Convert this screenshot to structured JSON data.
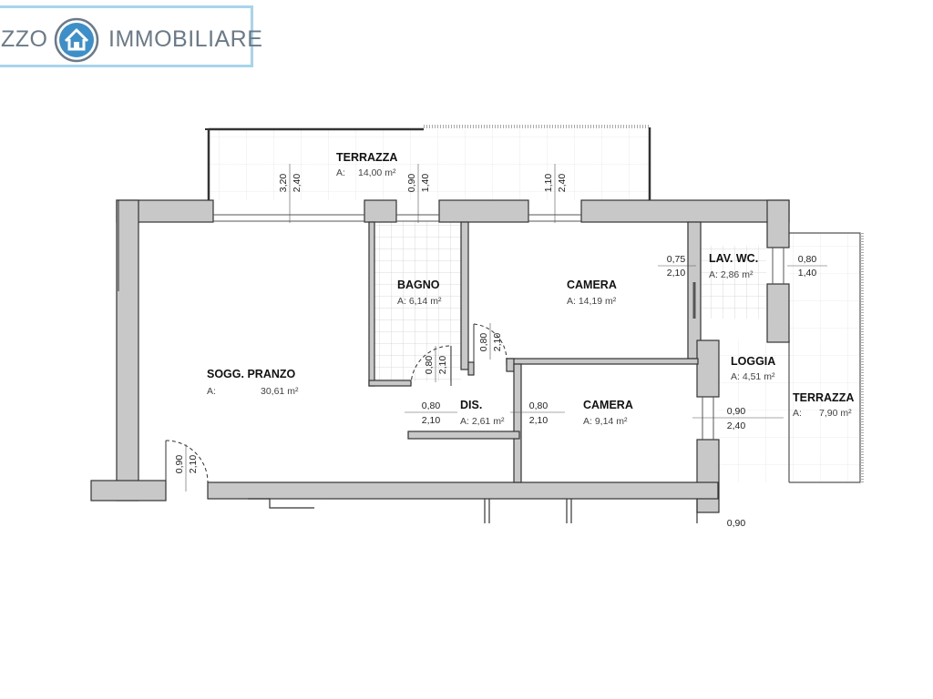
{
  "logo": {
    "left_text": "ZZO",
    "right_text": "IMMOBILIARE",
    "emblem": "house-icon",
    "border_color": "#a9d4ee",
    "text_color": "#6a7a88"
  },
  "colors": {
    "wall": "#c8c8c8",
    "wall_stroke": "#333333",
    "tile": "#d0d0d0"
  },
  "rooms": {
    "terrazza_top": {
      "name": "TERRAZZA",
      "area_label": "A:",
      "area": "14,00 m²"
    },
    "bagno": {
      "name": "BAGNO",
      "area": "A: 6,14 m²"
    },
    "camera_1": {
      "name": "CAMERA",
      "area": "A: 14,19 m²"
    },
    "lav_wc": {
      "name": "LAV. WC.",
      "area": "A: 2,86 m²"
    },
    "sogg_pranzo": {
      "name": "SOGG. PRANZO",
      "area_label": "A:",
      "area": "30,61 m²"
    },
    "loggia": {
      "name": "LOGGIA",
      "area": "A: 4,51 m²"
    },
    "terrazza_right": {
      "name": "TERRAZZA",
      "area_label": "A:",
      "area": "7,90 m²"
    },
    "dis": {
      "name": "DIS.",
      "area": "A: 2,61 m²"
    },
    "camera_2": {
      "name": "CAMERA",
      "area": "A: 9,14 m²"
    }
  },
  "dimensions": {
    "top_left_w": "3,20",
    "top_left_h": "2,40",
    "top_mid_w": "0,90",
    "top_mid_h": "1,40",
    "top_right_w": "1,10",
    "top_right_h": "2,40",
    "wc_w": "0,75",
    "wc_h": "2,10",
    "right_w": "0,80",
    "right_h": "1,40",
    "bagno_door_w": "0,80",
    "bagno_door_h": "2,10",
    "camera_door_w": "0,80",
    "camera_door_h": "2,10",
    "dis_left_w": "0,80",
    "dis_left_h": "2,10",
    "dis_right_w": "0,80",
    "dis_right_h": "2,10",
    "loggia_w": "0,90",
    "loggia_h": "2,40",
    "entry_w": "0,90",
    "entry_h": "2,10",
    "bottom_cut": "0,90"
  }
}
